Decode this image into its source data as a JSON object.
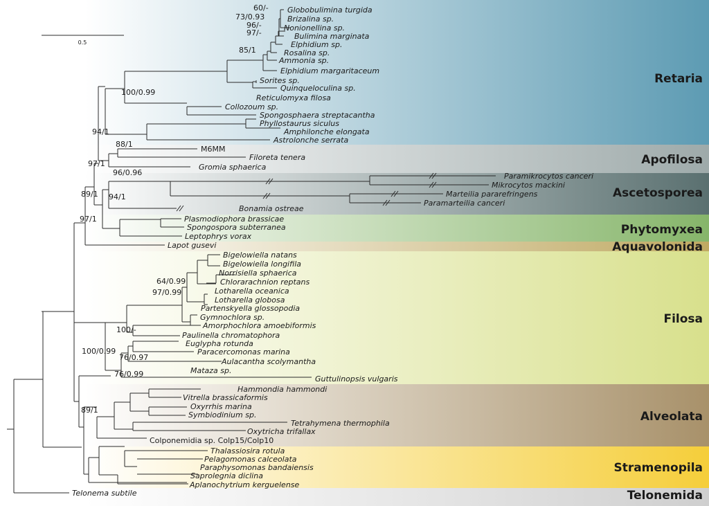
{
  "scale_bar": {
    "label": "0.5"
  },
  "clades": [
    {
      "name": "Retaria",
      "color": "#5d9bb3"
    },
    {
      "name": "Apofilosa",
      "color": "#9eaaaa"
    },
    {
      "name": "Ascetosporea",
      "color": "#5a7070"
    },
    {
      "name": "Phytomyxea",
      "color": "#86b56a"
    },
    {
      "name": "Aquavolonida",
      "color": "#bfa962"
    },
    {
      "name": "Filosa",
      "color": "#d8e08c"
    },
    {
      "name": "Alveolata",
      "color": "#a8916a"
    },
    {
      "name": "Stramenopila",
      "color": "#f5ce3a"
    },
    {
      "name": "Telonemida",
      "color": "#cfcfcf"
    }
  ],
  "taxa": [
    {
      "id": "t1",
      "text": "Globobulimina turgida",
      "italic": true
    },
    {
      "id": "t2",
      "text": "Brizalina sp.",
      "italic": true
    },
    {
      "id": "t3",
      "text": "Nonionellina sp.",
      "italic": true
    },
    {
      "id": "t4",
      "text": "Bulimina marginata",
      "italic": true
    },
    {
      "id": "t5",
      "text": "Elphidium sp.",
      "italic": true
    },
    {
      "id": "t6",
      "text": "Rosalina sp.",
      "italic": true
    },
    {
      "id": "t7",
      "text": "Ammonia sp.",
      "italic": true
    },
    {
      "id": "t8",
      "text": "Elphidium margaritaceum",
      "italic": true
    },
    {
      "id": "t9",
      "text": "Sorites sp.",
      "italic": true
    },
    {
      "id": "t10",
      "text": "Quinqueloculina sp.",
      "italic": true
    },
    {
      "id": "t11",
      "text": "Reticulomyxa filosa",
      "italic": true
    },
    {
      "id": "t12",
      "text": "Collozoum sp.",
      "italic": true
    },
    {
      "id": "t13",
      "text": "Spongosphaera streptacantha",
      "italic": true
    },
    {
      "id": "t14",
      "text": "Phyllostaurus siculus",
      "italic": true
    },
    {
      "id": "t15",
      "text": "Amphilonche elongata",
      "italic": true
    },
    {
      "id": "t16",
      "text": "Astrolonche serrata",
      "italic": true
    },
    {
      "id": "t17",
      "text": "M6MM",
      "italic": false
    },
    {
      "id": "t18",
      "text": "Filoreta tenera",
      "italic": true
    },
    {
      "id": "t19",
      "text": "Gromia sphaerica",
      "italic": true
    },
    {
      "id": "t20",
      "text": "Paramikrocytos canceri",
      "italic": true
    },
    {
      "id": "t21",
      "text": "Mikrocytos mackini",
      "italic": true
    },
    {
      "id": "t22",
      "text": "Marteilia pararefringens",
      "italic": true
    },
    {
      "id": "t23",
      "text": "Paramarteilia canceri",
      "italic": true
    },
    {
      "id": "t24",
      "text": "Bonamia ostreae",
      "italic": true
    },
    {
      "id": "t25",
      "text": "Plasmodiophora brassicae",
      "italic": true
    },
    {
      "id": "t26",
      "text": "Spongospora subterranea",
      "italic": true
    },
    {
      "id": "t27",
      "text": "Leptophrys vorax",
      "italic": true
    },
    {
      "id": "t28",
      "text": "Lapot gusevi",
      "italic": true
    },
    {
      "id": "t29",
      "text": "Bigelowiella natans",
      "italic": true
    },
    {
      "id": "t30",
      "text": "Bigelowiella longifila",
      "italic": true
    },
    {
      "id": "t31",
      "text": "Norrisiella sphaerica",
      "italic": true
    },
    {
      "id": "t32",
      "text": "Chlorarachnion reptans",
      "italic": true
    },
    {
      "id": "t33",
      "text": "Lotharella oceanica",
      "italic": true
    },
    {
      "id": "t34",
      "text": "Lotharella globosa",
      "italic": true
    },
    {
      "id": "t35",
      "text": "Partenskyella glossopodia",
      "italic": true
    },
    {
      "id": "t36",
      "text": "Gymnochlora sp.",
      "italic": true
    },
    {
      "id": "t37",
      "text": "Amorphochlora amoebiformis",
      "italic": true
    },
    {
      "id": "t38",
      "text": "Paulinella chromatophora",
      "italic": true
    },
    {
      "id": "t39",
      "text": "Euglypha rotunda",
      "italic": true
    },
    {
      "id": "t40",
      "text": "Paracercomonas marina",
      "italic": true
    },
    {
      "id": "t41",
      "text": "Aulacantha scolymantha",
      "italic": true
    },
    {
      "id": "t42",
      "text": "Mataza sp.",
      "italic": true
    },
    {
      "id": "t43",
      "text": "Guttulinopsis vulgaris",
      "italic": true
    },
    {
      "id": "t44",
      "text": "Hammondia hammondi",
      "italic": true
    },
    {
      "id": "t45",
      "text": "Vitrella brassicaformis",
      "italic": true
    },
    {
      "id": "t46",
      "text": "Oxyrrhis marina",
      "italic": true
    },
    {
      "id": "t47",
      "text": "Symbiodinium sp.",
      "italic": true
    },
    {
      "id": "t48",
      "text": "Tetrahymena thermophila",
      "italic": true
    },
    {
      "id": "t49",
      "text": "Oxytricha trifallax",
      "italic": true
    },
    {
      "id": "t50",
      "text": "Colponemidia sp. Colp15/Colp10",
      "italic": false
    },
    {
      "id": "t51",
      "text": "Thalassiosira rotula",
      "italic": true
    },
    {
      "id": "t52",
      "text": "Pelagomonas calceolata",
      "italic": true
    },
    {
      "id": "t53",
      "text": "Paraphysomonas bandaiensis",
      "italic": true
    },
    {
      "id": "t54",
      "text": "Saprolegnia diclina",
      "italic": true
    },
    {
      "id": "t55",
      "text": "Aplanochytrium kerguelense",
      "italic": true
    },
    {
      "id": "t56",
      "text": "Telonema subtile",
      "italic": true
    }
  ],
  "support_values": [
    "60/-",
    "73/0.93",
    "96/-",
    "97/-",
    "85/1",
    "100/0.99",
    "94/1",
    "88/1",
    "97/1",
    "96/0.96",
    "89/1",
    "94/1",
    "97/1",
    "64/0.99",
    "97/0.99",
    "100/-",
    "100/0.99",
    "76/0.97",
    "76/0.99",
    "89/1"
  ]
}
